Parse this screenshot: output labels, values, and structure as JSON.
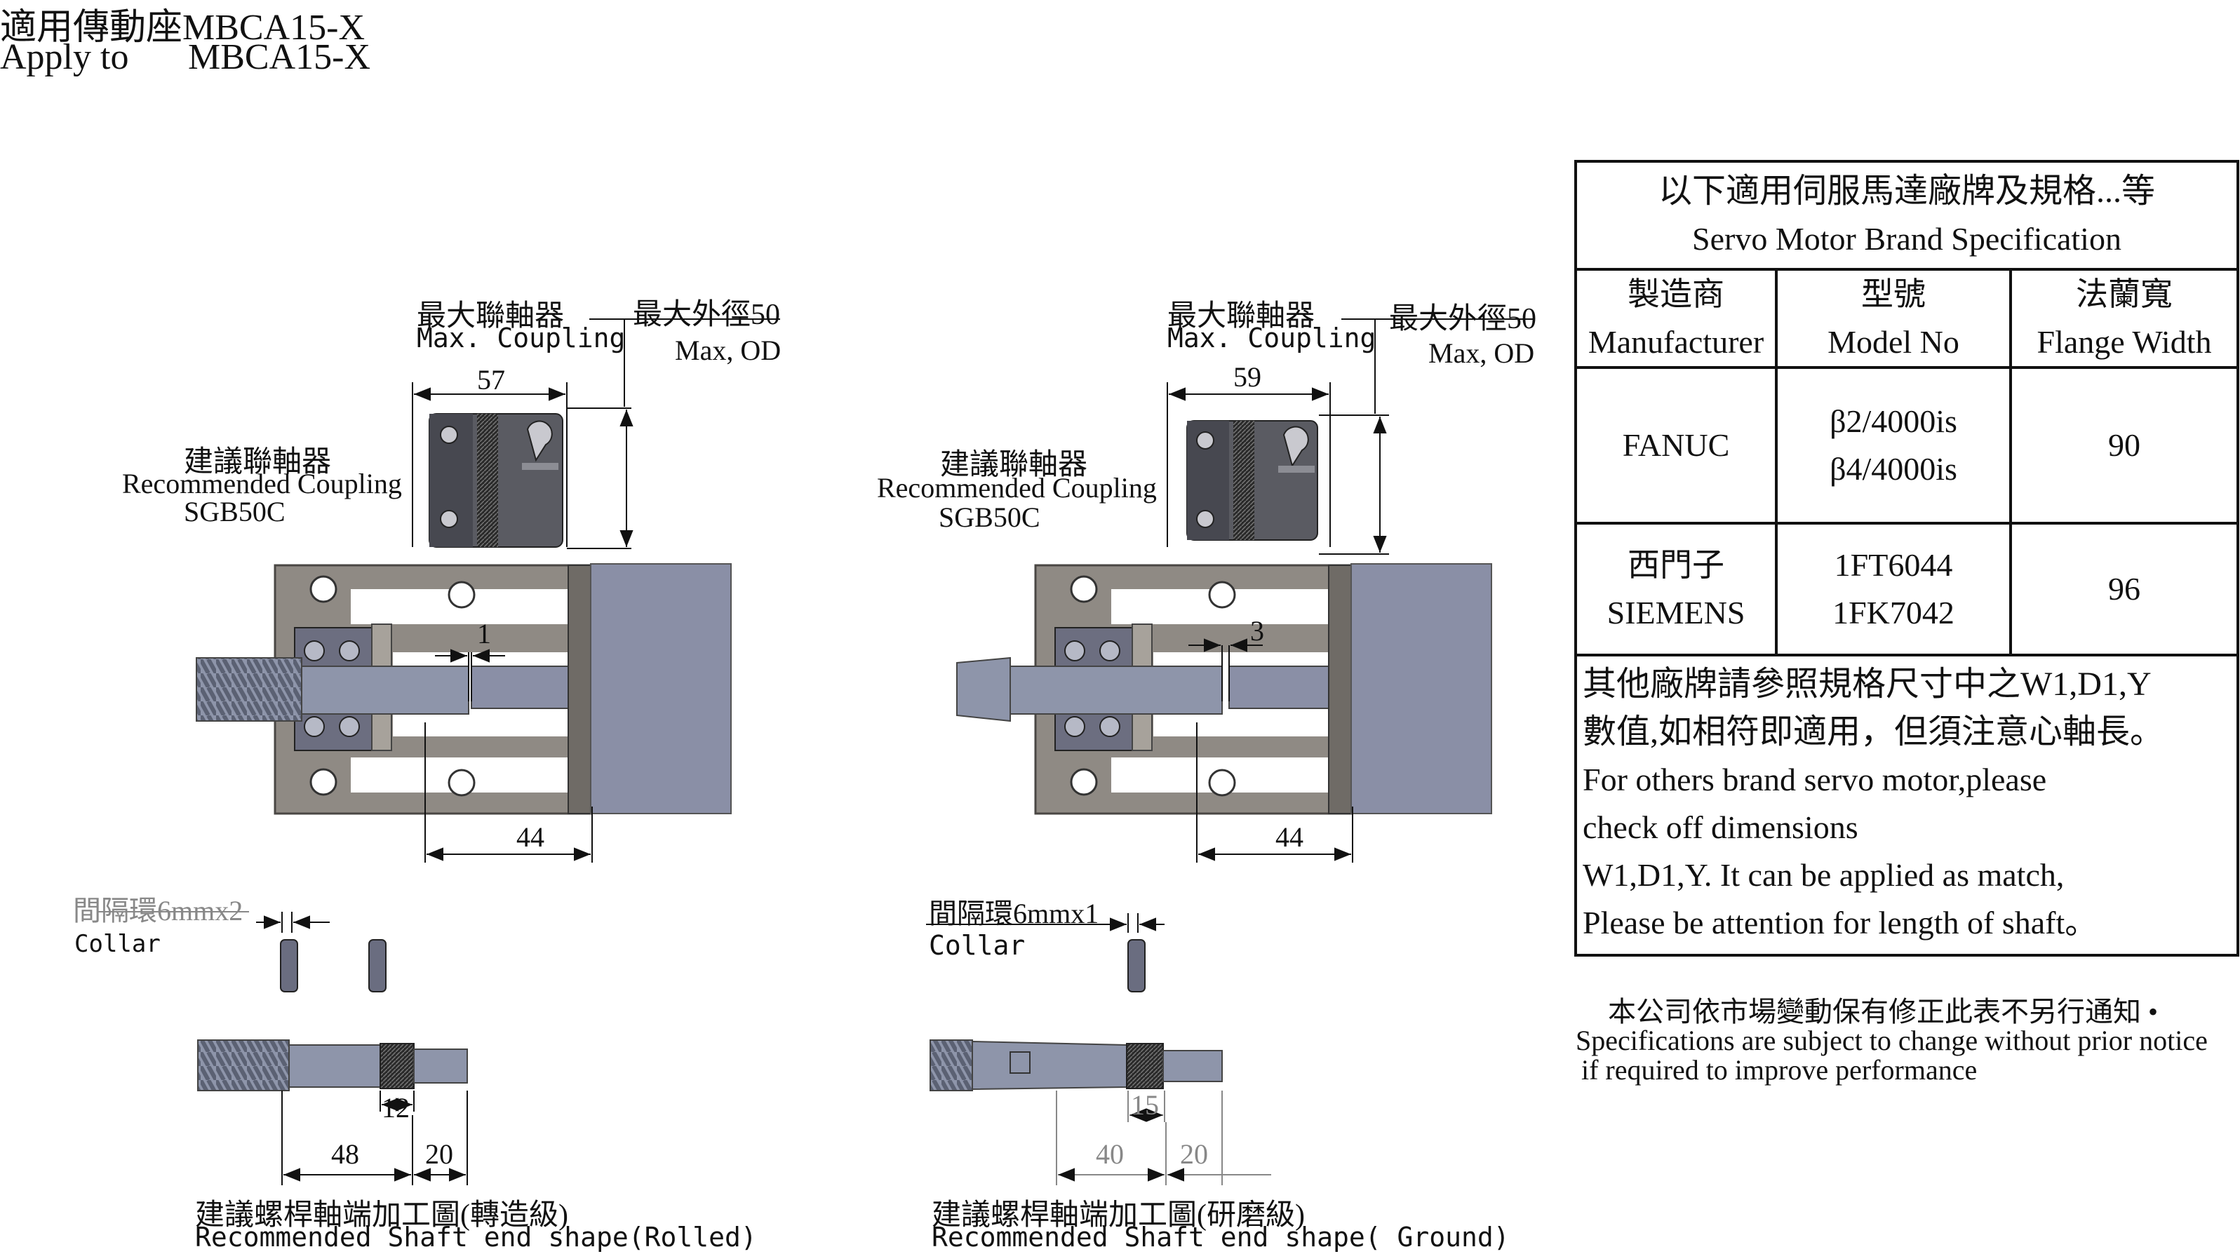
{
  "header": {
    "title_zh": "適用傳動座MBCA15-X",
    "title_en_prefix": "Apply to",
    "title_en_model": "MBCA15-X"
  },
  "left_drawing": {
    "max_coupling_zh": "最大聯軸器",
    "max_coupling_en": "Max. Coupling",
    "max_od_zh": "最大外徑50",
    "max_od_en": "Max, OD",
    "rec_coupling_zh": "建議聯軸器",
    "rec_coupling_en": "Recommended Coupling",
    "rec_coupling_model": "SGB50C",
    "dim_coupling_len": "57",
    "dim_gap": "1",
    "dim_44": "44",
    "collar_zh": "間隔環6mmx2",
    "collar_en": "Collar",
    "dim_12": "12",
    "dim_48": "48",
    "dim_20": "20",
    "shaft_caption_zh": "建議螺桿軸端加工圖(轉造級)",
    "shaft_caption_en": "Recommended Shaft end shape(Rolled)"
  },
  "right_drawing": {
    "max_coupling_zh": "最大聯軸器",
    "max_coupling_en": "Max. Coupling",
    "max_od_zh": "最大外徑50",
    "max_od_en": "Max, OD",
    "rec_coupling_zh": "建議聯軸器",
    "rec_coupling_en": "Recommended Coupling",
    "rec_coupling_model": "SGB50C",
    "dim_coupling_len": "59",
    "dim_gap": "3",
    "dim_44": "44",
    "collar_zh": "間隔環6mmx1",
    "collar_en": "Collar",
    "dim_15": "15",
    "dim_40": "40",
    "dim_20": "20",
    "shaft_caption_zh": "建議螺桿軸端加工圖(研磨級)",
    "shaft_caption_en": "Recommended Shaft end shape( Ground)"
  },
  "spec_table": {
    "title_zh": "以下適用伺服馬達廠牌及規格...等",
    "title_en": "Servo Motor Brand Specification",
    "headers": [
      {
        "zh": "製造商",
        "en": "Manufacturer"
      },
      {
        "zh": "型號",
        "en": "Model No"
      },
      {
        "zh": "法蘭寬",
        "en": "Flange Width"
      }
    ],
    "rows": [
      {
        "brand_line1": "FANUC",
        "brand_line2": "",
        "model_line1": "β2/4000is",
        "model_line2": "β4/4000is",
        "flange": "90"
      },
      {
        "brand_line1": "西門子",
        "brand_line2": "SIEMENS",
        "model_line1": "1FT6044",
        "model_line2": "1FK7042",
        "flange": "96"
      }
    ],
    "note_lines": [
      "其他廠牌請參照規格尺寸中之W1,D1,Y",
      "數值,如相符即適用，但須注意心軸長。",
      "For others brand servo motor,please",
      "check off dimensions",
      "W1,D1,Y. It can be applied as match,",
      "Please be attention for length of shaft。"
    ]
  },
  "disclaimer": {
    "zh": "本公司依市場變動保有修正此表不另行通知 •",
    "en_line1": "Specifications are subject to change without prior notice",
    "en_line2": "if required to improve performance"
  },
  "colors": {
    "housing": "#8f8a84",
    "housing_dark": "#5e5a55",
    "motor": "#8a8fa6",
    "shaft": "#8e95aa",
    "coupling": "#55565d",
    "bearing": "#6c6e80",
    "dim_line": "#111111"
  }
}
